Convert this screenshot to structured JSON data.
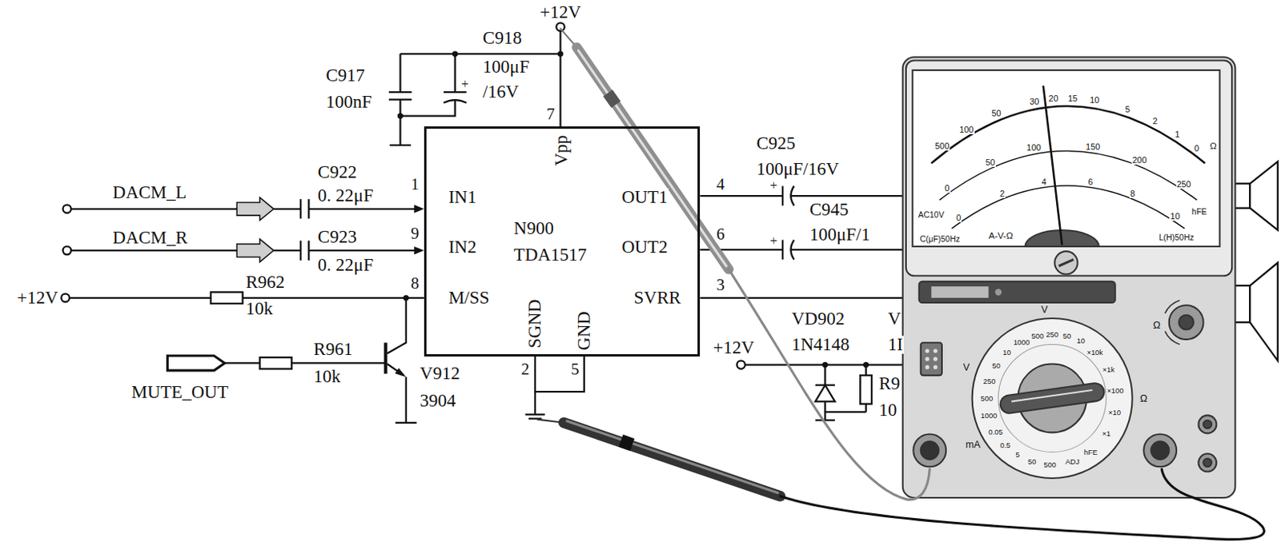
{
  "diagram": {
    "nodes": [
      {
        "text": [
          "IN1",
          "IN2",
          "M/SS",
          "Vpp",
          "N900",
          "TDA1517",
          "OUT1",
          "OUT2",
          "SVRR",
          "SGND",
          "GND"
        ]
      }
    ],
    "labels": [
      "+12V",
      "C917",
      "100nF",
      "C918",
      "100μF",
      "/16V",
      "+",
      "7",
      "DACM_L",
      "C922",
      "0. 22μF",
      "1",
      "DACM_R",
      "C923",
      "0. 22μF",
      "9",
      "+12V",
      "R962",
      "10k",
      "8",
      "R961",
      "10k",
      "MUTE_OUT",
      "V912",
      "3904",
      "2",
      "5",
      "C925",
      "100μF/16V",
      "4",
      "+",
      "C945",
      "100μF/1",
      "6",
      "+",
      "3",
      "+12V",
      "VD902",
      "1N4148",
      "V",
      "1I",
      "R9",
      "10",
      "500",
      "100",
      "50",
      "30",
      "20",
      "15",
      "10",
      "5",
      "2",
      "1",
      "0",
      "Ω",
      "0",
      "50",
      "100",
      "150",
      "200",
      "250",
      "0",
      "2",
      "4",
      "6",
      "8",
      "10",
      "AC10V",
      "C(μF)50Hz",
      "A-V-Ω",
      "hFE",
      "L(H)50Hz",
      "1000",
      "500",
      "250",
      "50",
      "10",
      "×10k",
      "×1k",
      "×100",
      "×10",
      "×1",
      "hFE",
      "ADJ",
      "500",
      "50",
      "5",
      "0.5",
      "0.05",
      "1000",
      "500",
      "250",
      "50",
      "10",
      "V",
      "V",
      "Ω",
      "mA",
      "Ω"
    ]
  }
}
